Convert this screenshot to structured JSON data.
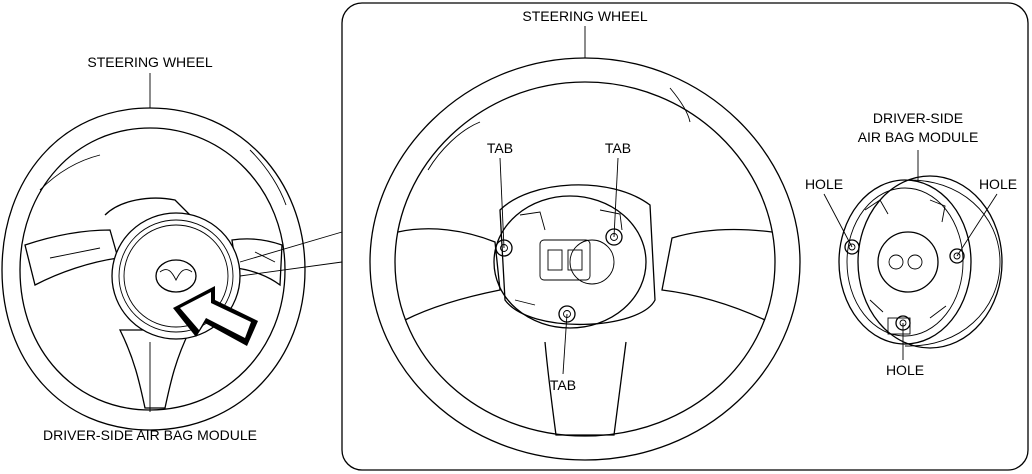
{
  "overview": {
    "steering_wheel_label": "STEERING WHEEL",
    "airbag_module_label": "DRIVER-SIDE AIR BAG MODULE"
  },
  "detail": {
    "steering_wheel_label": "STEERING WHEEL",
    "tab_left_label": "TAB",
    "tab_right_label": "TAB",
    "tab_bottom_label": "TAB",
    "airbag_module_line1": "DRIVER-SIDE",
    "airbag_module_line2": "AIR BAG MODULE",
    "hole_left_label": "HOLE",
    "hole_right_label": "HOLE",
    "hole_bottom_label": "HOLE"
  }
}
